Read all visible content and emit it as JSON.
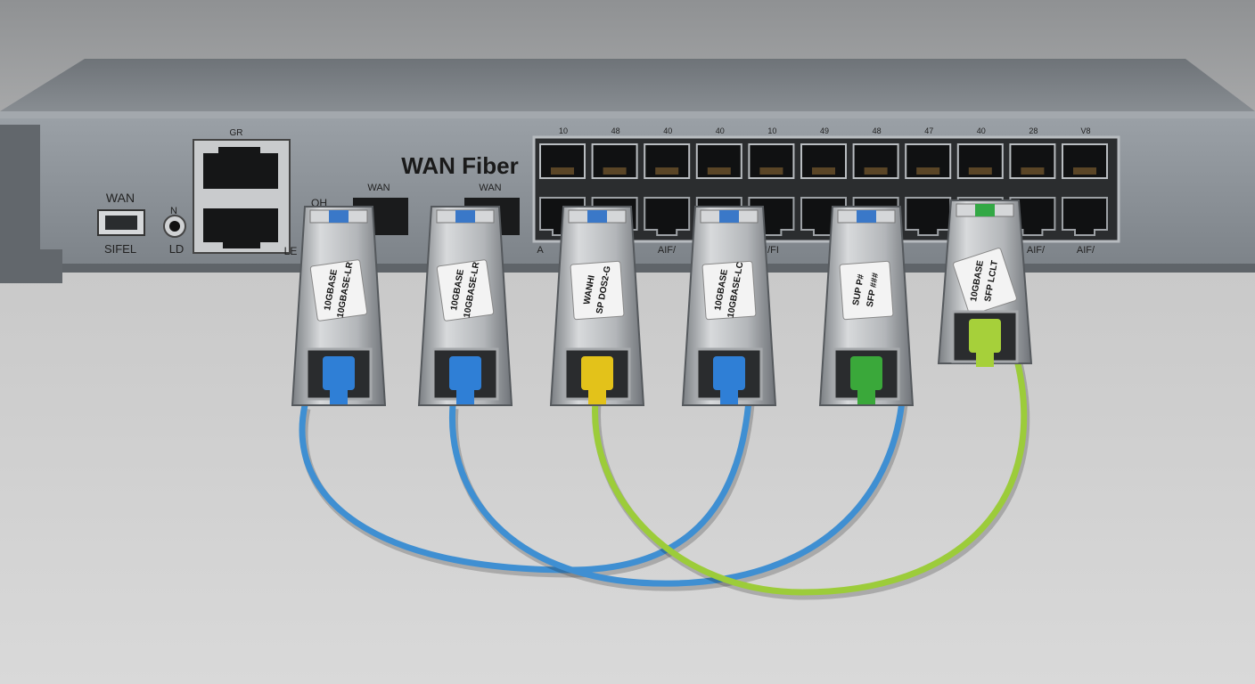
{
  "device": {
    "title": "WAN Fiber",
    "left_labels": {
      "wan_switch_top": "WAN",
      "wan_switch_bottom": "SIFEL",
      "jack_top": "N",
      "jack_bottom": "LD",
      "rj45_pair_top": "GR",
      "button_top": "OH",
      "button_bottom": "LE",
      "sfp_slot_1": "WAN",
      "sfp_slot_2": "WAN"
    },
    "port_numbers": [
      "10",
      "48",
      "40",
      "40",
      "10",
      "49",
      "48",
      "47",
      "40",
      "28",
      "V8"
    ],
    "bottom_port_labels": [
      "A",
      "AIF/",
      "I/FI",
      "AIF/",
      "AIF/"
    ]
  },
  "modules": [
    {
      "label_lines": [
        "10GBASE",
        "10GBASE-LR"
      ],
      "latch_color": "#3a78c8",
      "connector_color": "#2f7fd6"
    },
    {
      "label_lines": [
        "10GBASE",
        "10GBASE-LR"
      ],
      "latch_color": "#3a78c8",
      "connector_color": "#2f7fd6"
    },
    {
      "label_lines": [
        "WANHI",
        "SP DOS2-G"
      ],
      "latch_color": "#3a78c8",
      "connector_color": "#e3c21a"
    },
    {
      "label_lines": [
        "10GBASE",
        "10GBASE-LC"
      ],
      "latch_color": "#3a78c8",
      "connector_color": "#2f7fd6"
    },
    {
      "label_lines": [
        "SUP P#",
        "SFP ###"
      ],
      "latch_color": "#3a78c8",
      "connector_color": "#3aa83a"
    },
    {
      "label_lines": [
        "10GBASE",
        "SFP LCLT"
      ],
      "latch_color": "#33a845",
      "connector_color": "#a6d03a"
    }
  ],
  "colors": {
    "chassis": "#8b9096",
    "cable_blue": "#3f8fd2",
    "cable_green": "#9ccc3a"
  }
}
